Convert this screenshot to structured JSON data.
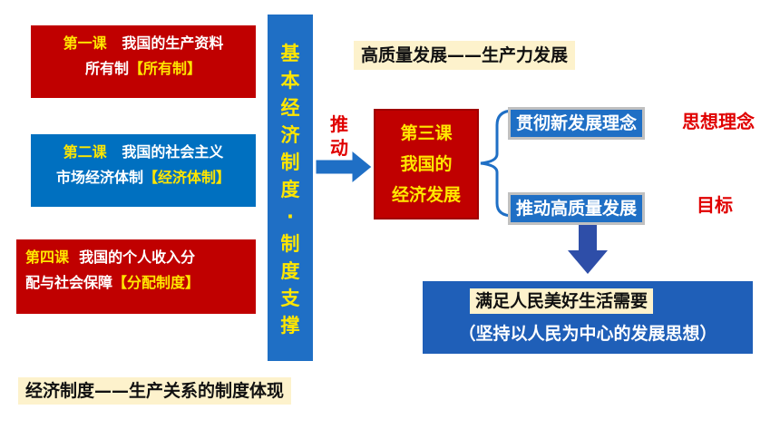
{
  "top_band": "高质量发展——生产力发展",
  "bottom_band": "经济制度——生产关系的制度体现",
  "lessons": [
    {
      "prefix": "第一课",
      "line1_rest": "我国的生产资料",
      "line2": "所有制",
      "tag": "【所有制】"
    },
    {
      "prefix": "第二课",
      "line1_rest": "我国的社会主义",
      "line2": "市场经济体制",
      "tag": "【经济体制】"
    },
    {
      "prefix": "第四课",
      "line1_rest": "我国的个人收入分",
      "line2": "配与社会保障",
      "tag": "【分配制度】"
    }
  ],
  "vertical_bar": [
    "基",
    "本",
    "经",
    "济",
    "制",
    "度",
    "·",
    "制",
    "度",
    "支",
    "撑"
  ],
  "push_label": [
    "推",
    "动"
  ],
  "center": [
    "第三课",
    "我国的",
    "经济发展"
  ],
  "branches": [
    {
      "text": "贯彻新发展理念",
      "side_label": "思想理念"
    },
    {
      "text": "推动高质量发展",
      "side_label": "目标"
    }
  ],
  "result": {
    "line1": "满足人民美好生活需要",
    "line2": "（坚持以人民为中心的发展思想）"
  },
  "colors": {
    "red": "#c00000",
    "blue": "#1f6fc5",
    "yellow": "#ffe600",
    "cream": "#fdf2cc"
  }
}
